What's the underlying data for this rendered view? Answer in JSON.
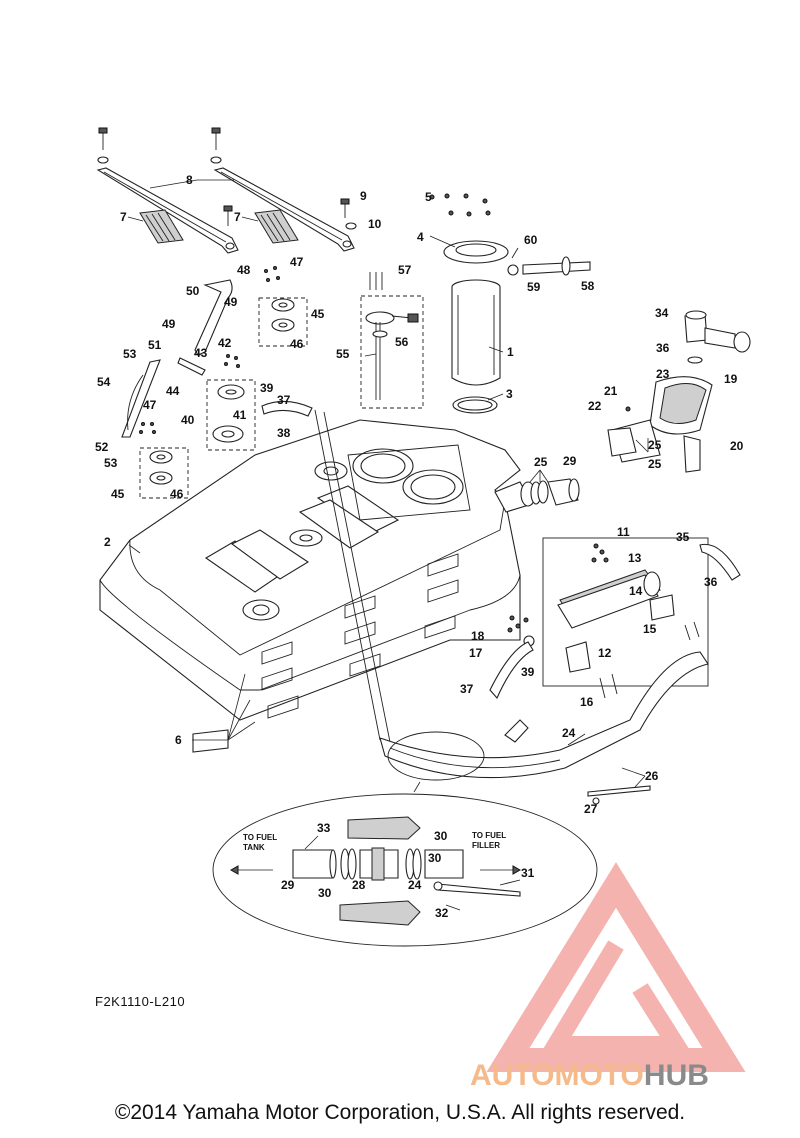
{
  "diagram": {
    "code": "F2K1110-L210",
    "copyright": "©2014 Yamaha Motor Corporation, U.S.A. All rights reserved.",
    "annotations": {
      "to_fuel_tank_line1": "TO FUEL",
      "to_fuel_tank_line2": "TANK",
      "to_fuel_filler_line1": "TO FUEL",
      "to_fuel_filler_line2": "FILLER"
    },
    "callouts": [
      "1",
      "2",
      "3",
      "4",
      "5",
      "6",
      "7",
      "7",
      "8",
      "9",
      "10",
      "11",
      "12",
      "13",
      "14",
      "15",
      "16",
      "17",
      "18",
      "19",
      "20",
      "21",
      "22",
      "23",
      "24",
      "24",
      "25",
      "25",
      "25",
      "26",
      "27",
      "28",
      "29",
      "29",
      "30",
      "30",
      "30",
      "31",
      "32",
      "33",
      "34",
      "35",
      "36",
      "36",
      "37",
      "37",
      "38",
      "39",
      "39",
      "40",
      "41",
      "42",
      "43",
      "44",
      "45",
      "45",
      "46",
      "46",
      "47",
      "47",
      "48",
      "49",
      "49",
      "50",
      "51",
      "52",
      "53",
      "53",
      "54",
      "55",
      "56",
      "57",
      "58",
      "59",
      "60"
    ]
  },
  "watermark": {
    "brand_prefix": "AUTOMOTO",
    "brand_suffix": "HUB",
    "colors": {
      "logo": "#f29a95",
      "prefix": "#f5b98a",
      "suffix": "#8a8a8a"
    }
  }
}
